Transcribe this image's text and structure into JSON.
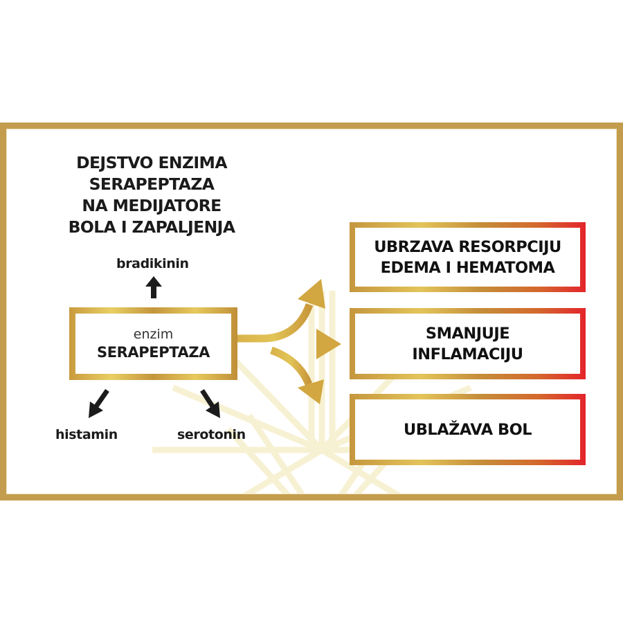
{
  "title": {
    "lines": [
      "DEJSTVO ENZIMA",
      "SERAPEPTAZA",
      "NA MEDIJATORE",
      "BOLA I ZAPALJENJA"
    ]
  },
  "center": {
    "prefix": "enzim",
    "name": "SERAPEPTAZA"
  },
  "mediators": {
    "top": "bradikinin",
    "bottom_left": "histamin",
    "bottom_right": "serotonin"
  },
  "effects": [
    {
      "lines": [
        "UBRZAVA RESORPCIJU",
        "EDEMA I HEMATOMA"
      ]
    },
    {
      "lines": [
        "SMANJUJE",
        "INFLAMACIJU"
      ]
    },
    {
      "lines": [
        "UBLAŽAVA BOL"
      ]
    }
  ],
  "colors": {
    "frame_gold": "#c39c4e",
    "gold_light": "#e8cf63",
    "gold_dark": "#c4953c",
    "accent_red": "#e3252b",
    "text": "#1b1b1b",
    "burst_cream": "#f6efcc"
  },
  "icons": {
    "up_arrow": "arrow-up-icon",
    "down_left_arrow": "arrow-down-left-icon",
    "down_right_arrow": "arrow-down-right-icon",
    "three_way_arrow": "split-arrow-icon"
  }
}
